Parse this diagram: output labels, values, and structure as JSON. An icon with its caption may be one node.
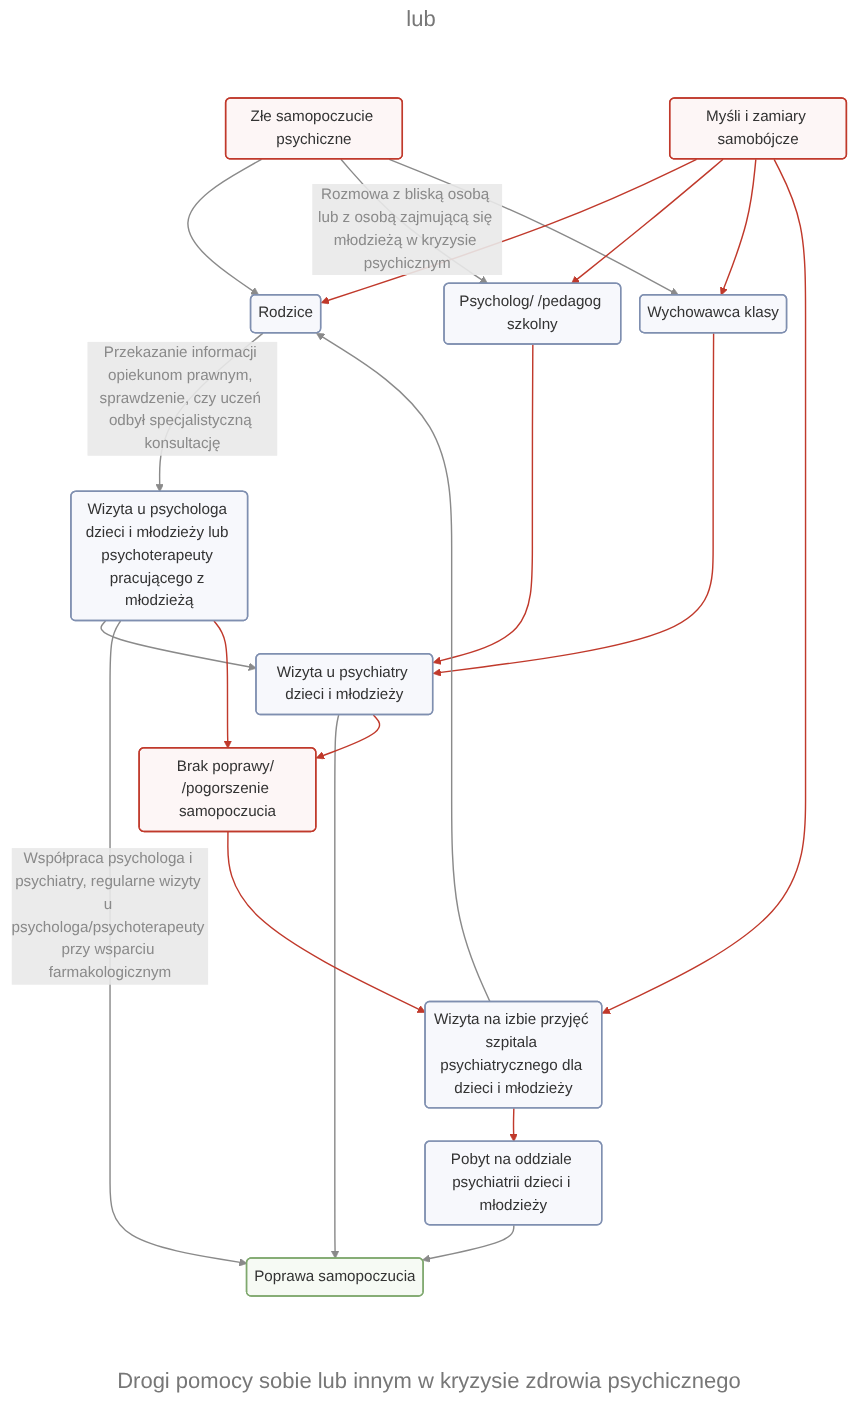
{
  "diagram": {
    "caption": "Drogi pomocy sobie lub innym w kryzysie zdrowia psychicznego",
    "nodes": [
      {
        "text": [
          "Złe samopoczucie psychiczne"
        ]
      },
      {
        "text": [
          "Myśli i zamiary samobójcze"
        ]
      },
      {
        "text": [
          "Rodzice"
        ]
      },
      {
        "text": [
          "Psycholog/ /pedagog szkolny"
        ]
      },
      {
        "text": [
          "Wychowawca klasy"
        ]
      },
      {
        "text": [
          "Wizyta u psychologa dzieci i młodzieży lub psychoterapeuty pracującego z młodzieżą"
        ]
      },
      {
        "text": [
          "Wizyta u psychiatry dzieci i młodzieży"
        ]
      },
      {
        "text": [
          "Poprawa samopoczucia"
        ]
      },
      {
        "text": [
          "Brak poprawy/ /pogorszenie samopoczucia"
        ]
      },
      {
        "text": [
          "Wizyta na izbie przyjęć szpitala psychiatrycznego dla dzieci i młodzieży"
        ]
      },
      {
        "text": [
          "Pobyt na oddziale psychiatrii dzieci i młodzieży"
        ]
      }
    ],
    "edges": [
      {
        "from": 0,
        "to": 2,
        "arrow": "to",
        "color": "#8a8a8a"
      },
      {
        "from": 0,
        "to": 3,
        "arrow": "to",
        "color": "#8a8a8a",
        "label": "Rozmowa z bliską osobą lub z osobą zajmującą się młodzieżą w kryzysie psychicznym"
      },
      {
        "from": 0,
        "to": 4,
        "arrow": "to",
        "color": "#8a8a8a"
      },
      {
        "from": 1,
        "to": 2,
        "arrow": "to"
      },
      {
        "from": 1,
        "to": 3,
        "arrow": "to"
      },
      {
        "from": 1,
        "to": 4,
        "arrow": "to"
      },
      {
        "from": 1,
        "to": 9,
        "arrow": "to"
      },
      {
        "from": 2,
        "to": 5,
        "arrow": "to",
        "color": "#8a8a8a",
        "label": "Przekazanie informacji opiekunom prawnym, sprawdzenie, czy uczeń odbył specjalistyczną konsultację"
      },
      {
        "from": 3,
        "to": 6,
        "arrow": "to"
      },
      {
        "from": 4,
        "to": 6,
        "arrow": "to"
      },
      {
        "from": 5,
        "to": 6,
        "arrow": "to",
        "color": "#8a8a8a"
      },
      {
        "from": 5,
        "to": 7,
        "arrow": "to",
        "color": "#8a8a8a",
        "label": "Współpraca psychologa i psychiatry, regularne wizyty u psychologa/psychoterapeuty przy wsparciu farmakologicznym"
      },
      {
        "from": 6,
        "to": 7,
        "arrow": "to",
        "color": "#8a8a8a"
      },
      {
        "from": 5,
        "to": 8,
        "arrow": "to"
      },
      {
        "from": 6,
        "to": 8,
        "arrow": "to"
      },
      {
        "from": 8,
        "to": 9,
        "arrow": "to"
      },
      {
        "from": 9,
        "to": 10,
        "arrow": "to"
      },
      {
        "from": 10,
        "to": 7,
        "arrow": "to",
        "color": "#8a8a8a"
      },
      {
        "from": 9,
        "to": 2,
        "arrow": "to",
        "color": "#8a8a8a"
      }
    ],
    "labels": [
      "lub"
    ]
  }
}
